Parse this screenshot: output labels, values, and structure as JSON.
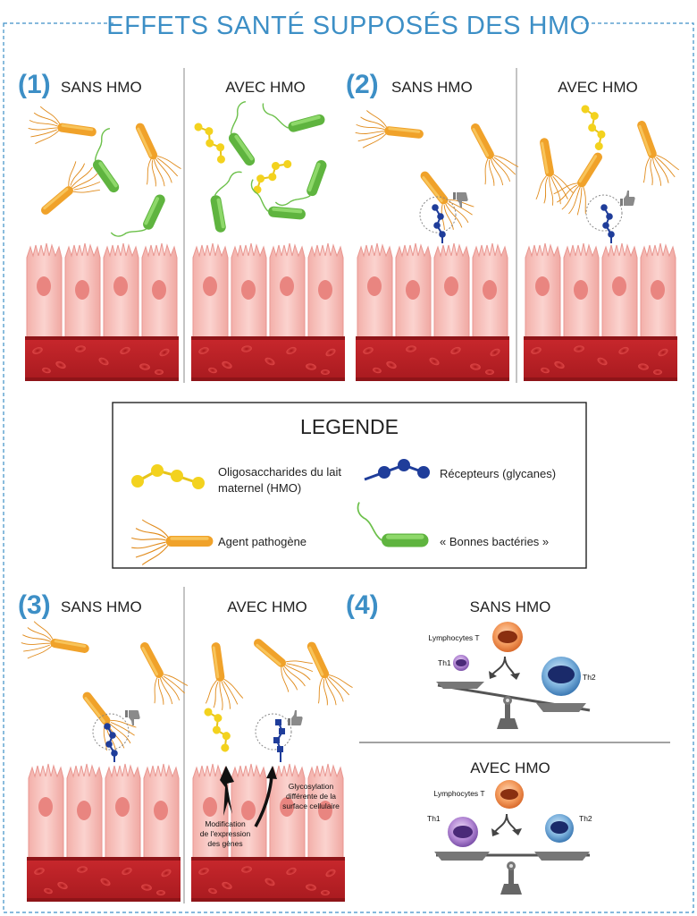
{
  "title": "EFFETS SANTÉ SUPPOSÉS DES HMO",
  "colors": {
    "frame": "#3d8fc6",
    "number": "#3d8fc6",
    "hmo": "#f3d21e",
    "receptor": "#1f3d9a",
    "pathogen": "#f0a22a",
    "good_bacteria": "#6cc04a",
    "cell": "#f4b5b0",
    "nucleus": "#e98580",
    "blood": "#b52126",
    "rbc": "#d93a3a"
  },
  "panels": {
    "p1": {
      "number": "(1)",
      "left_label": "SANS HMO",
      "right_label": "AVEC HMO"
    },
    "p2": {
      "number": "(2)",
      "left_label": "SANS HMO",
      "right_label": "AVEC HMO"
    },
    "p3": {
      "number": "(3)",
      "left_label": "SANS HMO",
      "right_label": "AVEC HMO",
      "annot_left": [
        "Modification",
        "de l'expression",
        "des gènes"
      ],
      "annot_right": [
        "Glycosylation",
        "différente de la",
        "surface cellulaire"
      ]
    },
    "p4": {
      "number": "(4)",
      "top_label": "SANS HMO",
      "bottom_label": "AVEC HMO",
      "lymph": "Lymphocytes T",
      "th1": "Th1",
      "th2": "Th2"
    }
  },
  "legend": {
    "title": "LEGENDE",
    "hmo_line1": "Oligosaccharides du lait",
    "hmo_line2": "maternel (HMO)",
    "receptor": "Récepteurs (glycanes)",
    "pathogen": "Agent pathogène",
    "good": "« Bonnes bactéries »"
  },
  "icons": [
    "thumbs-down-icon",
    "thumbs-up-icon",
    "scale-icon",
    "lightning-arrow-icon",
    "curved-arrow-icon"
  ]
}
